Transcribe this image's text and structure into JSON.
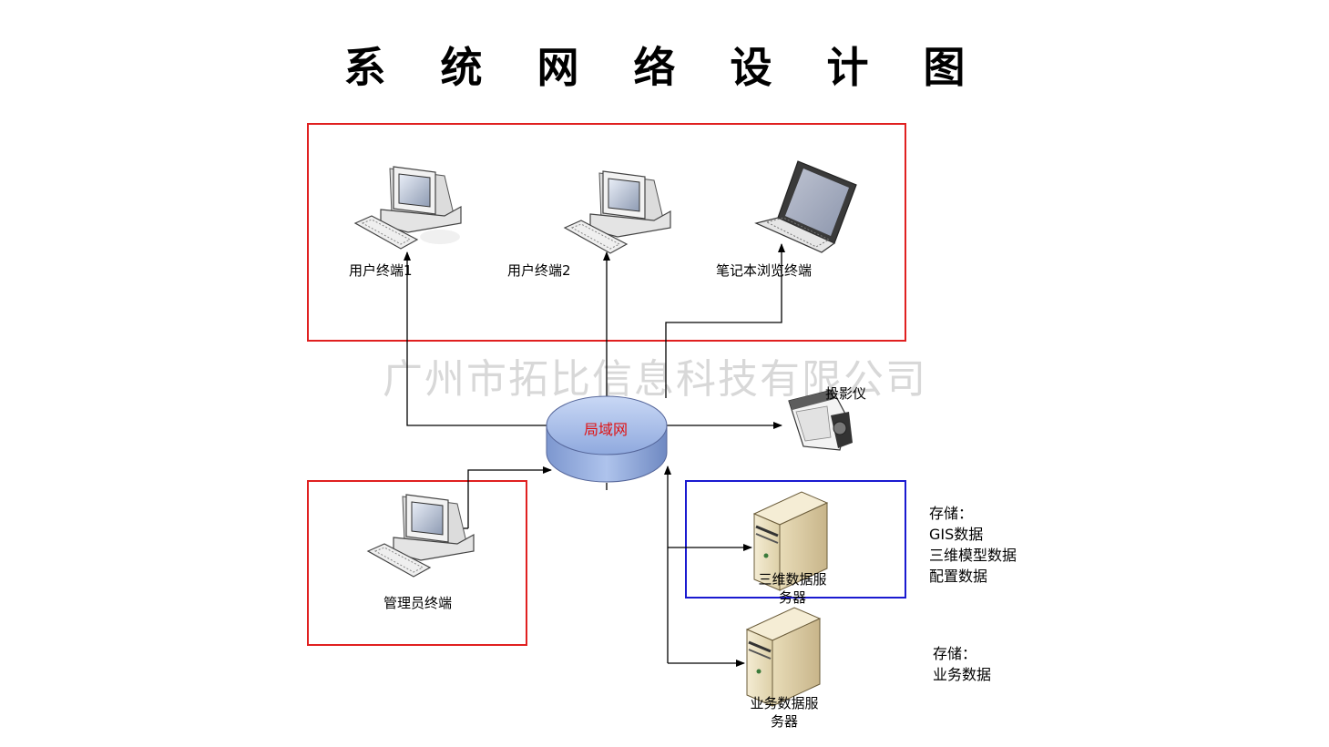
{
  "title": "系 统 网 络 设 计 图",
  "watermark": "广州市拓比信息科技有限公司",
  "nodes": {
    "user_terminal_1": "用户终端1",
    "user_terminal_2": "用户终端2",
    "laptop_terminal": "笔记本浏览终端",
    "lan": "局域网",
    "projector": "投影仪",
    "admin_terminal": "管理员终端",
    "server_3d": "三维数据服务器",
    "server_business": "业务数据服务器"
  },
  "server_label_lines": {
    "server_3d": [
      "三维数据服",
      "务器"
    ],
    "server_business": [
      "业务数据服",
      "务器"
    ]
  },
  "storage_notes": {
    "server_3d": [
      "存储：",
      "GIS数据",
      "三维模型数据",
      "配置数据"
    ],
    "server_business": [
      "存储：",
      "业务数据"
    ]
  },
  "colors": {
    "client_group_border": "#e02020",
    "server_group_border": "#1a1ad0",
    "lan_fill": "#9fb7e6",
    "lan_label": "#e01010"
  },
  "icons": {
    "user_terminal_1": "desktop-computer-icon",
    "user_terminal_2": "desktop-computer-icon",
    "laptop_terminal": "laptop-icon",
    "lan": "network-disk-icon",
    "projector": "projector-icon",
    "admin_terminal": "desktop-computer-icon",
    "server_3d": "server-tower-icon",
    "server_business": "server-tower-icon"
  }
}
